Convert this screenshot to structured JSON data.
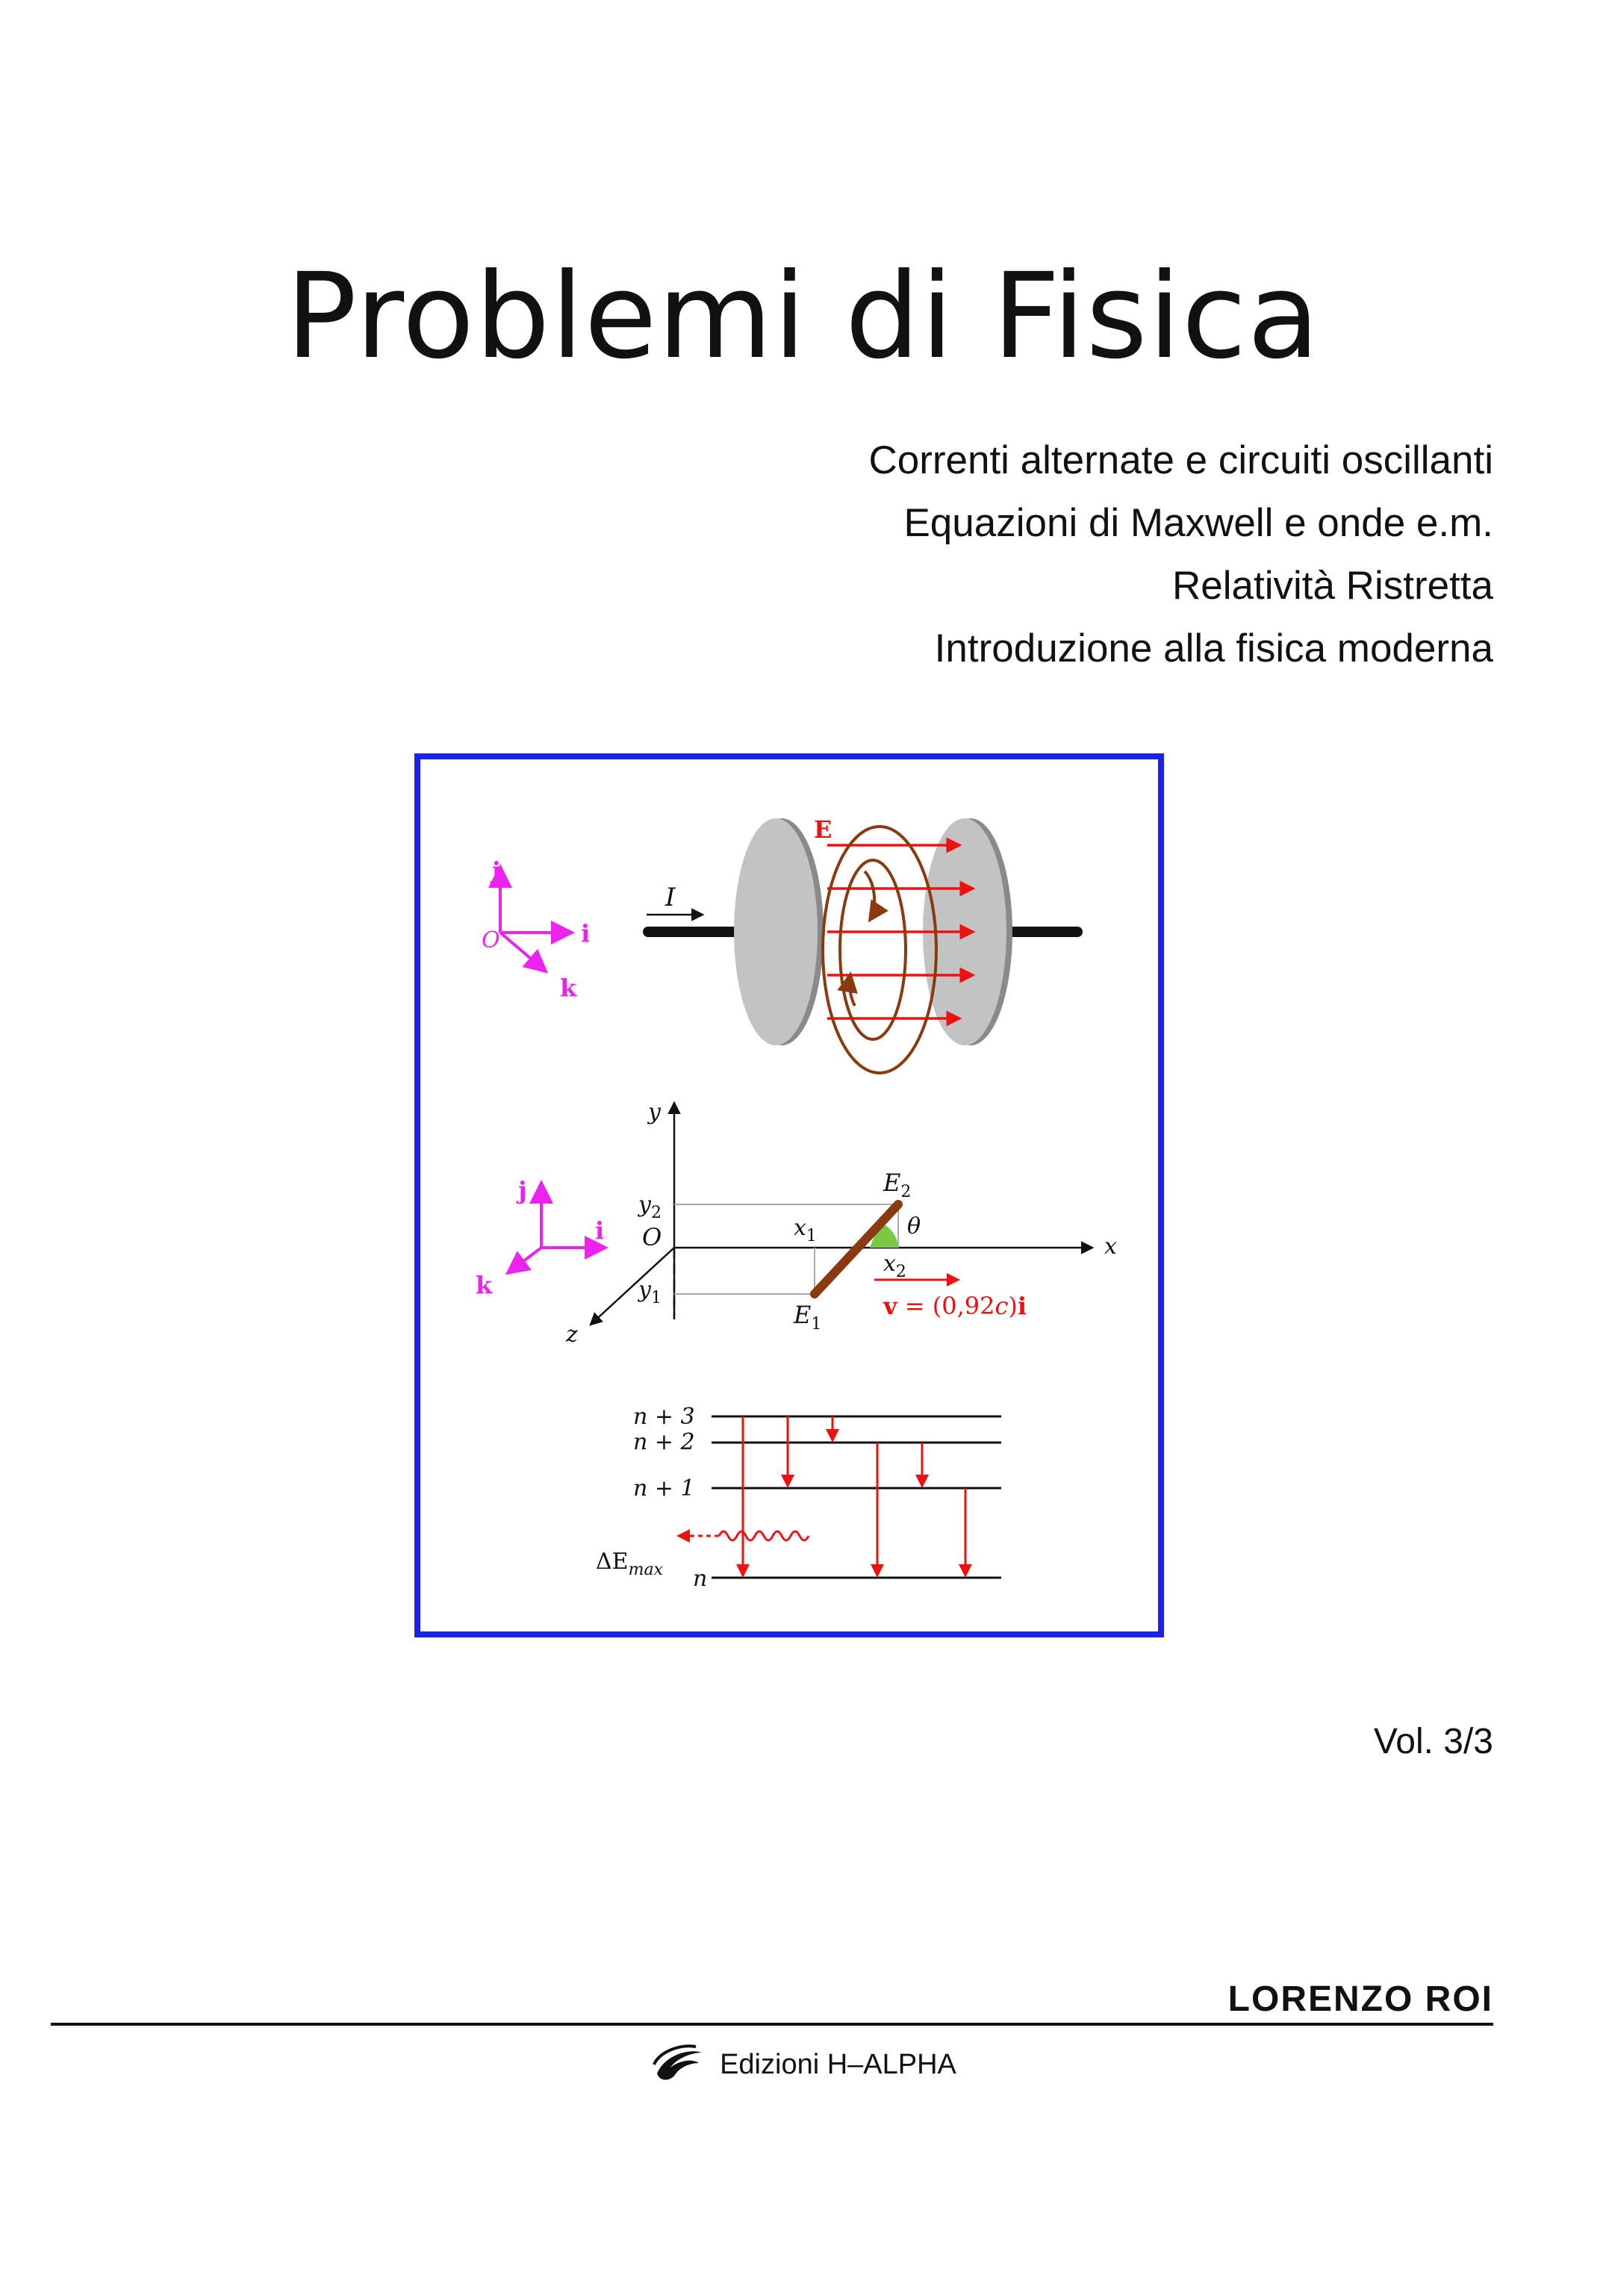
{
  "cover": {
    "title": "Problemi di Fisica",
    "subtitles": [
      "Correnti alternate e circuiti oscillanti",
      "Equazioni di Maxwell e onde e.m.",
      "Relatività Ristretta",
      "Introduzione alla fisica moderna"
    ],
    "volume": "Vol. 3/3",
    "author": "LORENZO ROI",
    "publisher": "Edizioni H–ALPHA"
  },
  "figure": {
    "frame_color": "#1a22f0",
    "accent_magenta": "#ee22ee",
    "accent_red": "#ee1111",
    "accent_brown": "#8b3a10",
    "capacitor": {
      "axis_labels": [
        "j",
        "O",
        "i",
        "k"
      ],
      "current_label": "I",
      "field_label": "E"
    },
    "rod": {
      "axis_labels": [
        "j",
        "i",
        "k"
      ],
      "y_axis": "y",
      "x_axis": "x",
      "z_axis": "z",
      "origin": "O",
      "y2": "y",
      "y2_sub": "2",
      "y1": "y",
      "y1_sub": "1",
      "x1": "x",
      "x1_sub": "1",
      "x2": "x",
      "x2_sub": "2",
      "e2": "E",
      "e2_sub": "2",
      "e1": "E",
      "e1_sub": "1",
      "theta": "θ",
      "velocity_bold": "v",
      "velocity_eq": " = (0,92",
      "velocity_c": "c",
      "velocity_close": ")",
      "velocity_unit": "i"
    },
    "levels": {
      "labels": [
        "n + 3",
        "n + 2",
        "n + 1",
        "n"
      ],
      "delta": "ΔE",
      "delta_sub": "max"
    }
  }
}
